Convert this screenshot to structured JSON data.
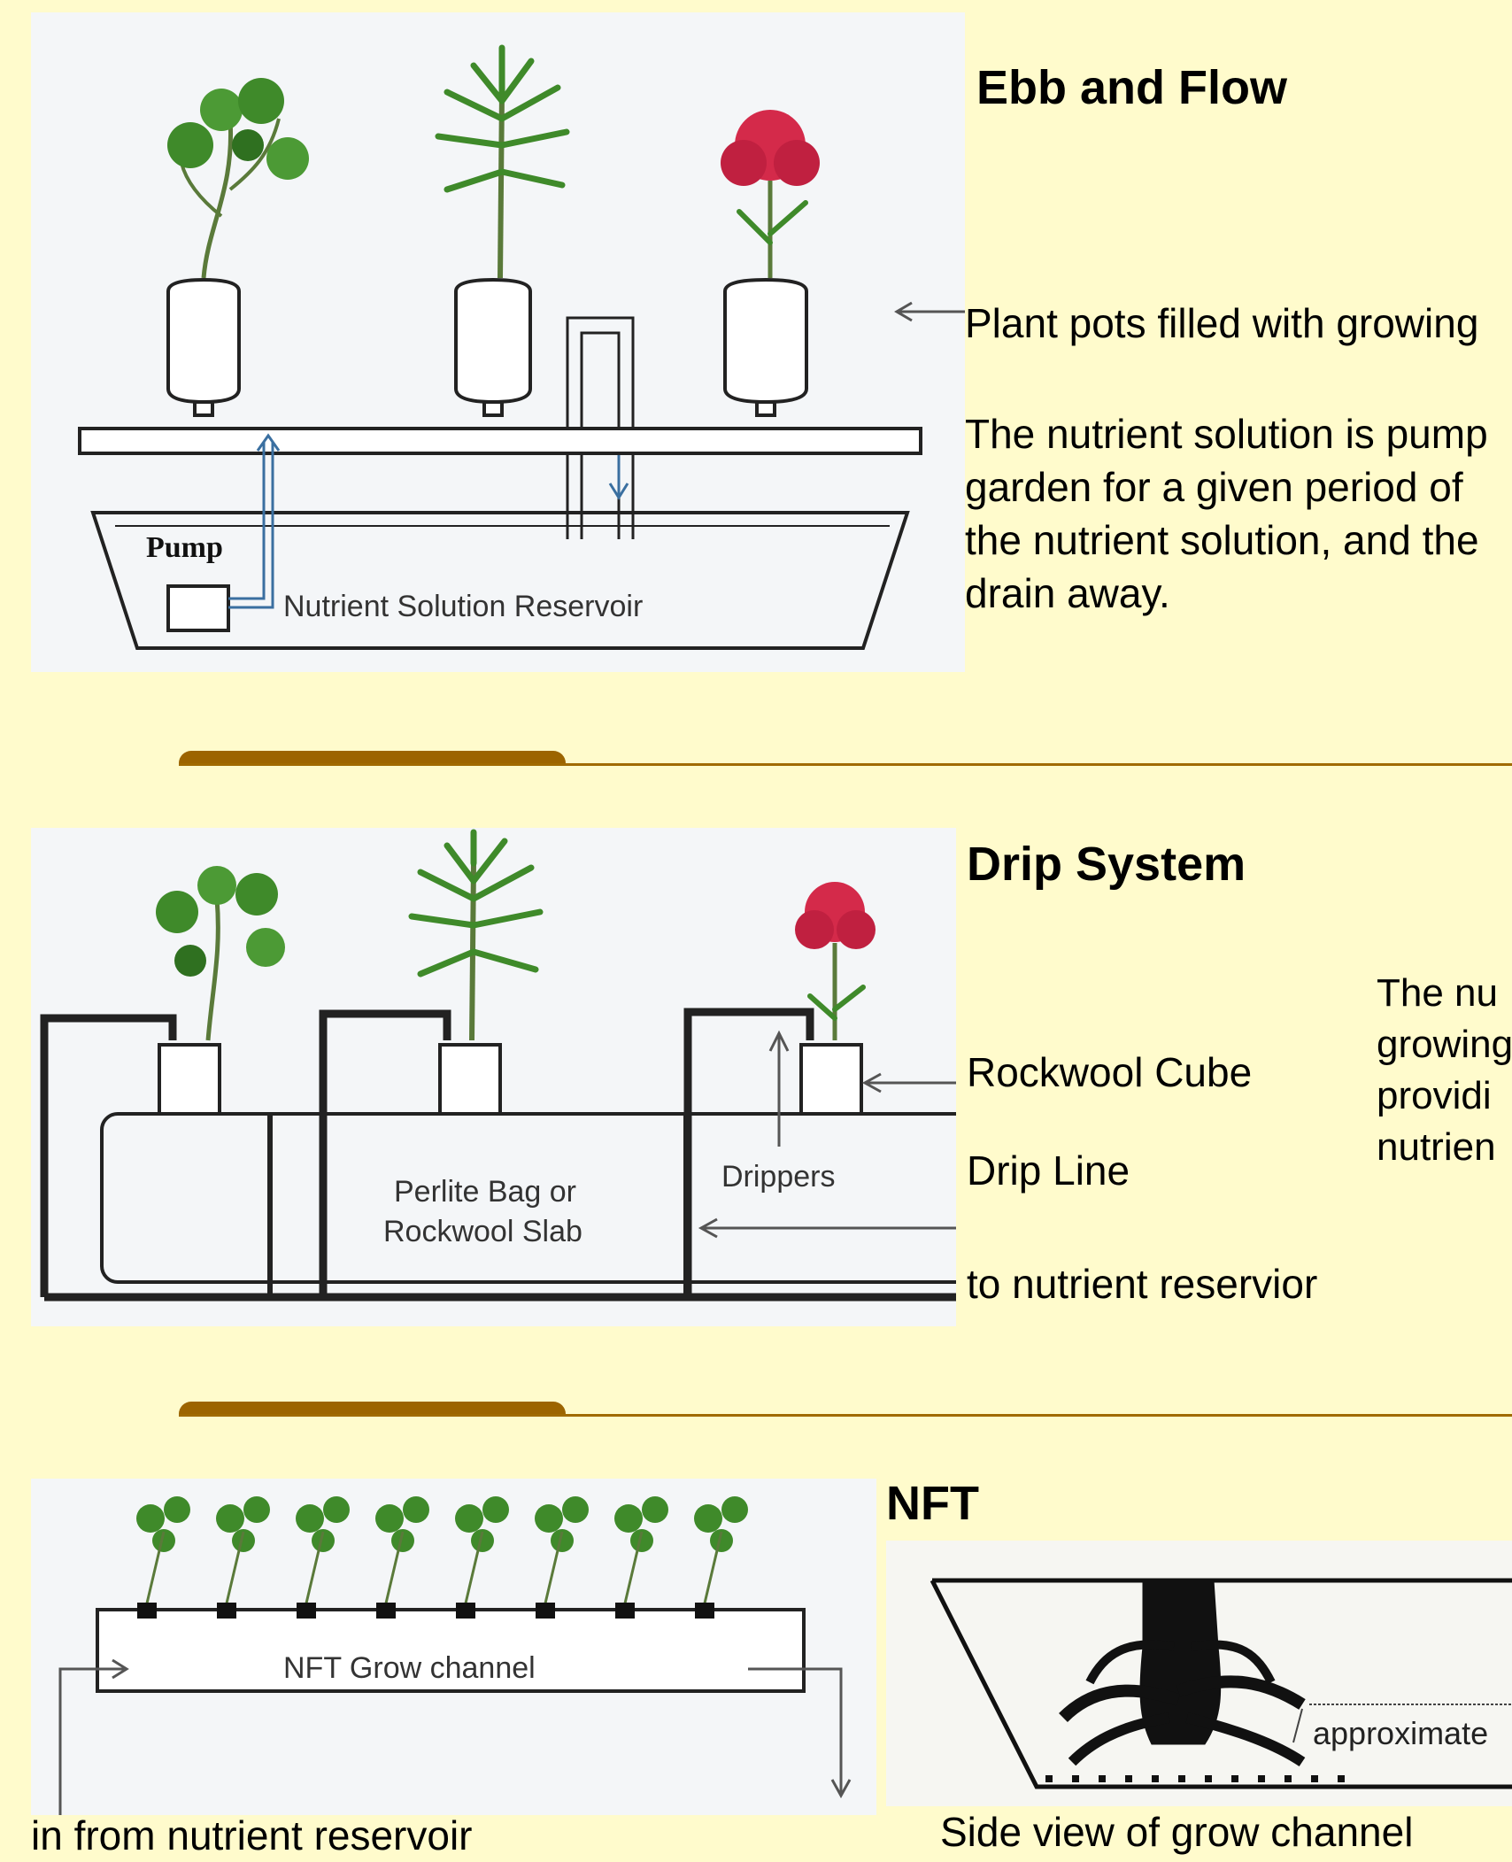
{
  "ebb_flow": {
    "title": "Ebb and Flow",
    "pots_caption": "Plant pots filled with growing",
    "description": [
      "The nutrient solution is pump",
      "garden for a given period of",
      "the nutrient solution, and the",
      "drain away."
    ],
    "diagram_labels": {
      "pump": "Pump",
      "reservoir": "Nutrient Solution Reservoir"
    }
  },
  "drip": {
    "title": "Drip System",
    "rockwool_cube": "Rockwool Cube",
    "drip_line": "Drip Line",
    "to_reservoir": "to nutrient reservior",
    "description": [
      "The nu",
      "growing",
      "providi",
      "nutrien"
    ],
    "diagram_labels": {
      "bag_line1": "Perlite Bag or",
      "bag_line2": "Rockwool Slab",
      "drippers": "Drippers"
    }
  },
  "nft": {
    "title": "NFT",
    "in_caption": "in from nutrient reservoir",
    "side_view_caption": "Side view of grow channel",
    "approximate": "approximate",
    "diagram_labels": {
      "channel": "NFT Grow channel"
    }
  },
  "colors": {
    "background": "#fffbcc",
    "divider": "#a06a00",
    "flower": "#d42a4a",
    "leaf": "#3f8a2a"
  }
}
